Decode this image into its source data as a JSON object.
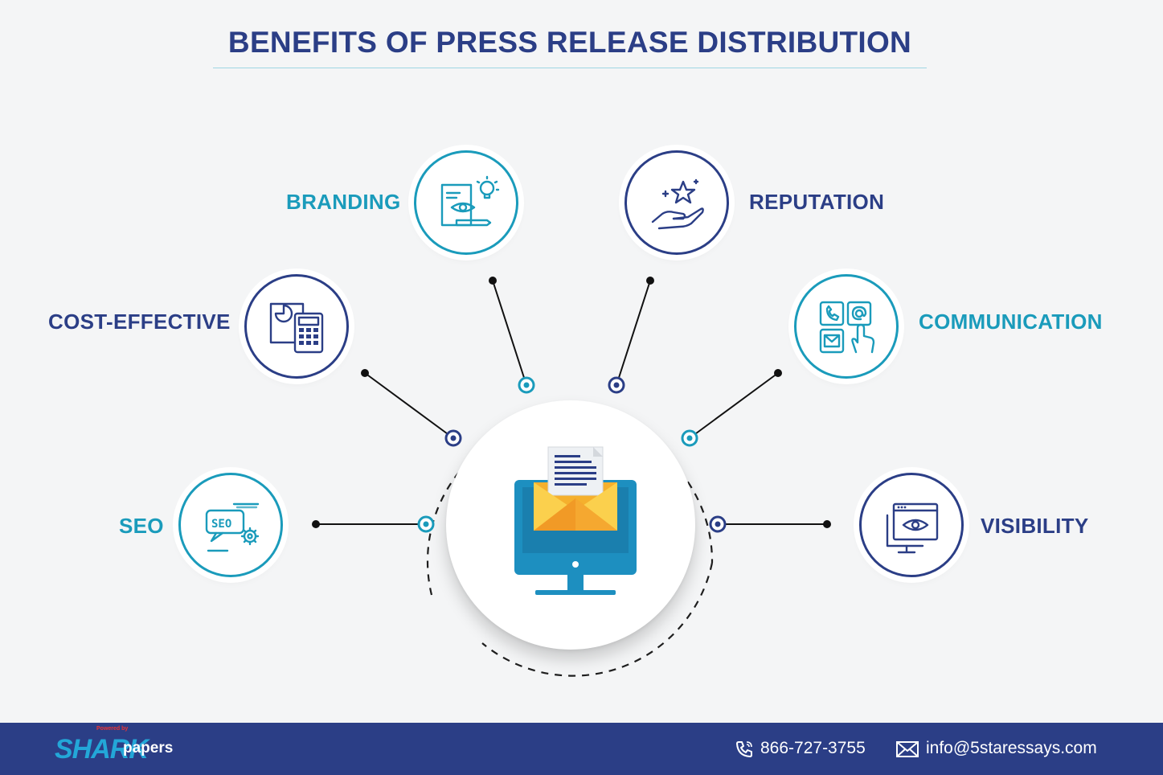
{
  "title": "BENEFITS OF PRESS RELEASE DISTRIBUTION",
  "benefits": [
    {
      "label": "SEO",
      "icon": "seo-chat-icon",
      "ring": "teal"
    },
    {
      "label": "COST-EFFECTIVE",
      "icon": "calculator-chart-icon",
      "ring": "navy"
    },
    {
      "label": "BRANDING",
      "icon": "branding-eye-pencil-icon",
      "ring": "teal"
    },
    {
      "label": "REPUTATION",
      "icon": "star-hand-icon",
      "ring": "navy"
    },
    {
      "label": "COMMUNICATION",
      "icon": "contact-tiles-icon",
      "ring": "teal"
    },
    {
      "label": "VISIBILITY",
      "icon": "monitor-eye-icon",
      "ring": "navy"
    }
  ],
  "center": {
    "icon": "monitor-envelope-document-icon"
  },
  "footer": {
    "logo_shark": "SHARK",
    "logo_papers": "papers",
    "logo_tag": "Powered by",
    "phone": "866-727-3755",
    "email": "info@5staressays.com"
  },
  "colors": {
    "navy": "#2b3e86",
    "teal": "#1a9bbb",
    "envelope": "#f5b02d",
    "monitor": "#1d8fc0"
  }
}
